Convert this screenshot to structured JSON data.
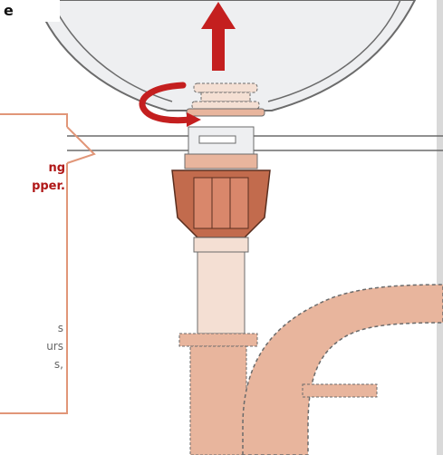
{
  "top_label": "e",
  "callout": {
    "title_lines": [
      "ng",
      "pper."
    ],
    "body_lines": [
      "s",
      "urs",
      "s,"
    ]
  },
  "colors": {
    "outline": "#6b6b6b",
    "basin_fill": "#eeeff1",
    "arrow": "#c41f1f",
    "callout_border": "#e19678",
    "pipe_fill": "#e8b59d",
    "pipe_fill_light": "#f4dfd3",
    "nut_fill": "#c26b4d",
    "nut_mid": "#d9876b"
  }
}
